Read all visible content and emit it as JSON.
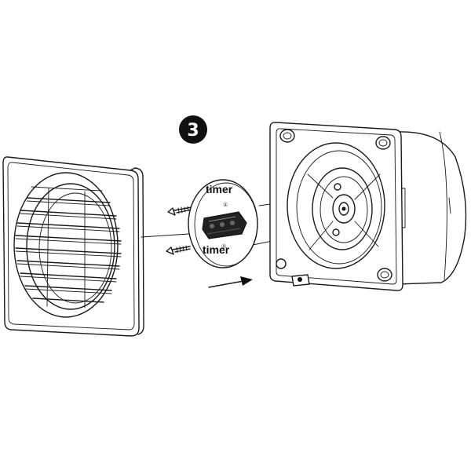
{
  "step": {
    "number": "3"
  },
  "timer_plate": {
    "label_top": "timer",
    "label_bottom": "timer",
    "mark_top": "①",
    "mark_bottom": "①"
  },
  "colors": {
    "line": "#1a1a1a",
    "background": "#ffffff",
    "badge": "#111111"
  },
  "icons": [
    "screw-icon",
    "arrow-icon",
    "step-badge-icon"
  ]
}
